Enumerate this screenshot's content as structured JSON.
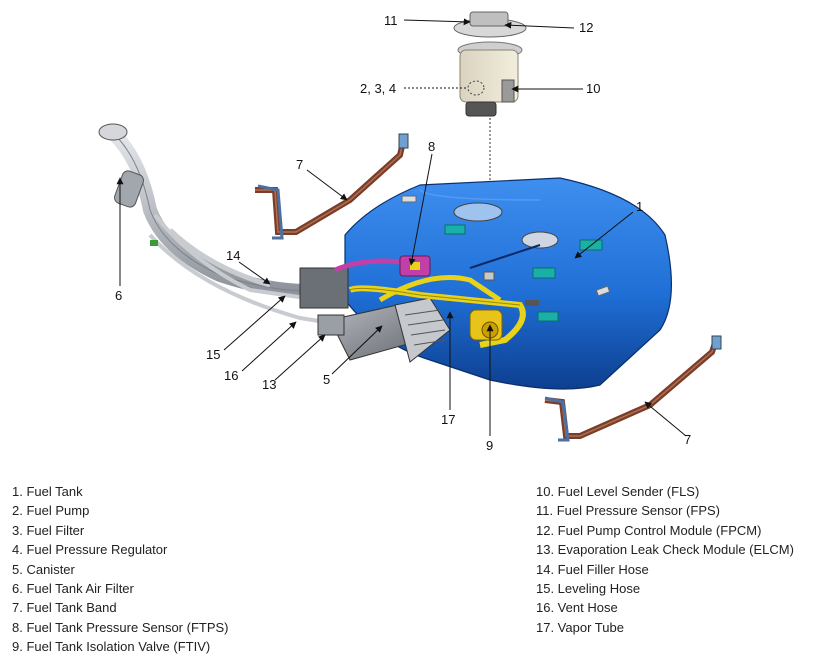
{
  "diagram": {
    "callouts": {
      "c1": "1",
      "c234": "2, 3, 4",
      "c5": "5",
      "c6": "6",
      "c7a": "7",
      "c7b": "7",
      "c8": "8",
      "c9": "9",
      "c10": "10",
      "c11": "11",
      "c12": "12",
      "c13": "13",
      "c14": "14",
      "c15": "15",
      "c16": "16",
      "c17": "17"
    }
  },
  "legend": {
    "left": [
      "1. Fuel Tank",
      "2. Fuel Pump",
      "3. Fuel Filter",
      "4. Fuel Pressure Regulator",
      "5. Canister",
      "6. Fuel Tank Air Filter",
      "7. Fuel Tank Band",
      "8. Fuel Tank Pressure Sensor (FTPS)",
      "9. Fuel Tank Isolation Valve (FTIV)"
    ],
    "right": [
      "10. Fuel Level Sender (FLS)",
      "11. Fuel Pressure Sensor (FPS)",
      "12. Fuel Pump Control Module (FPCM)",
      "13. Evaporation Leak Check Module (ELCM)",
      "14. Fuel Filler Hose",
      "15. Leveling Hose",
      "16. Vent Hose",
      "17. Vapor Tube"
    ]
  },
  "colors": {
    "tank": "#1f6fd6",
    "tank_dark": "#0d3f8f",
    "band": "#7a3d2a",
    "vapor_tube": "#e8d21a",
    "hose": "#b8bcc4",
    "canister": "#8c9098",
    "teal_pad": "#19b0a8",
    "magenta": "#c23fa8"
  }
}
